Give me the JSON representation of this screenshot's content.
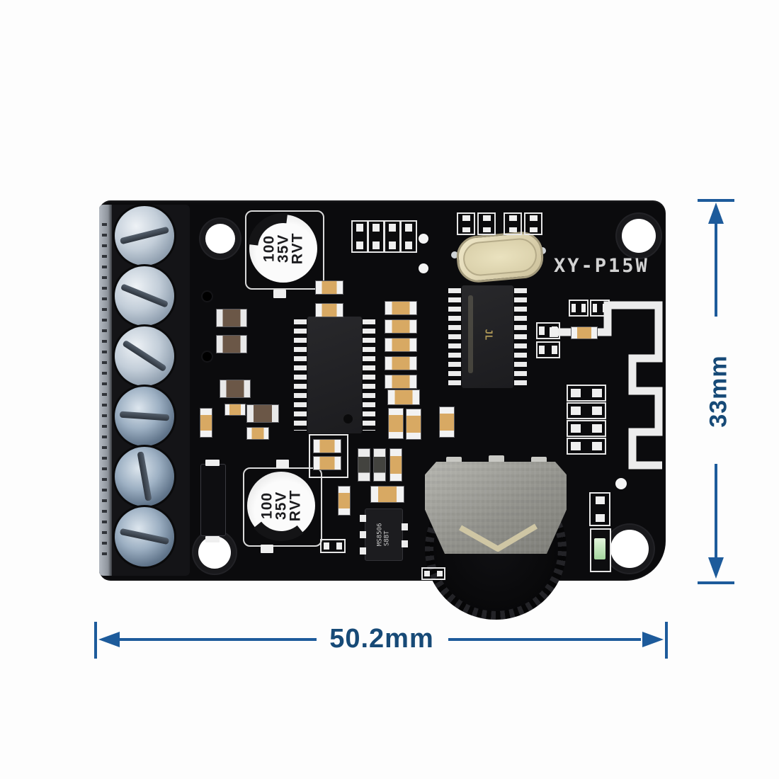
{
  "board_label": {
    "model": "XY-P15W"
  },
  "capacitor_marking": {
    "line1": "100",
    "line2": "35V",
    "line3": "RVT"
  },
  "chip_markings": {
    "bluetooth_logo": "JL",
    "sot_line1": "MS8506",
    "sot_line2": "S8BT"
  },
  "dimensions": {
    "width": "50.2mm",
    "height": "33mm"
  },
  "colors": {
    "dimension_blue": "#1d5b9b",
    "dimension_text": "#174a77",
    "pcb_black": "#0b0b0d",
    "smd_tan": "#d8a963",
    "silkscreen_white": "#e9e9e9",
    "crystal_beige": "#d9cfa9",
    "background": "#fdfdfd"
  }
}
